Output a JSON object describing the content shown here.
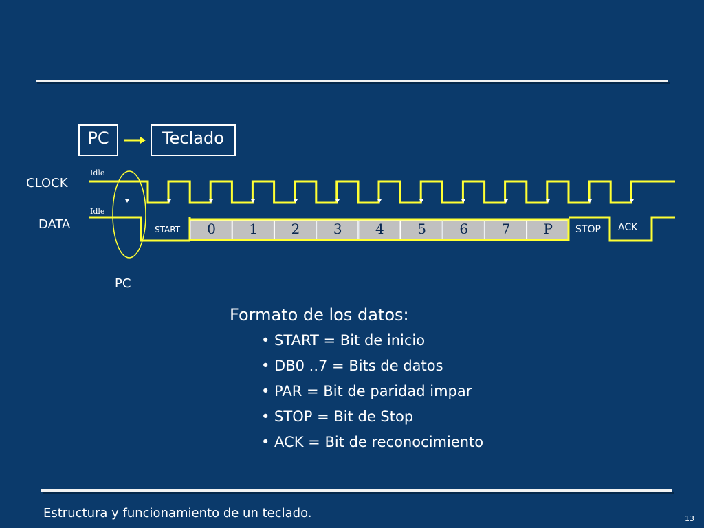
{
  "header": {
    "pc_box": "PC",
    "keyboard_box": "Teclado"
  },
  "signals": {
    "clock_label": "CLOCK",
    "data_label": "DATA",
    "idle_clock": "Idle",
    "idle_data": "Idle",
    "pc_label": "PC"
  },
  "frame": {
    "start": "START",
    "bits": [
      "0",
      "1",
      "2",
      "3",
      "4",
      "5",
      "6",
      "7",
      "P"
    ],
    "stop": "STOP",
    "ack": "ACK"
  },
  "format": {
    "title": "Formato de los datos:",
    "items": [
      "• START = Bit de inicio",
      "• DB0 ..7 = Bits de datos",
      "• PAR = Bit de paridad impar",
      "• STOP = Bit de Stop",
      "• ACK = Bit de reconocimiento"
    ]
  },
  "footer": {
    "text": "Estructura y funcionamiento de un teclado.",
    "page": "13"
  },
  "colors": {
    "background": "#0b3a6b",
    "signal": "#ffff33",
    "cell_fill": "#c0c0c0",
    "ellipse": "#ffff33"
  }
}
